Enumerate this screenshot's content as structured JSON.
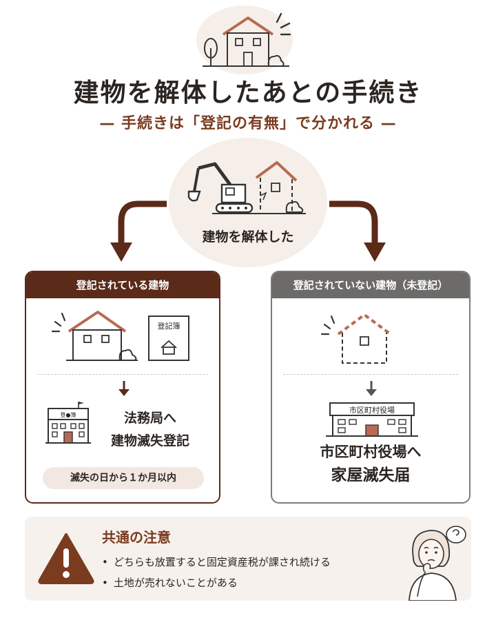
{
  "header": {
    "title": "建物を解体したあとの手続き",
    "subtitle": "— 手続きは「登記の有無」で分かれる —"
  },
  "center": {
    "label": "建物を解体した"
  },
  "registered": {
    "header": "登記されている建物",
    "doc_label": "登記簿",
    "office_sign": "登●簿",
    "result_line1": "法務局へ",
    "result_line2": "建物滅失登記",
    "deadline": "滅失の日から１か月以内"
  },
  "unregistered": {
    "header": "登記されていない建物（未登記）",
    "office_sign": "市区町村役場",
    "result_line1": "市区町村役場へ",
    "result_line2": "家屋滅失届"
  },
  "notice": {
    "title": "共通の注意",
    "items": [
      "どちらも放置すると固定資産税が課され続ける",
      "土地が売れないことがある"
    ]
  },
  "colors": {
    "brown_dark": "#5b2a18",
    "brown_accent": "#7a3b1f",
    "gray_header": "#6d6b69",
    "roof": "#b86a52"
  }
}
